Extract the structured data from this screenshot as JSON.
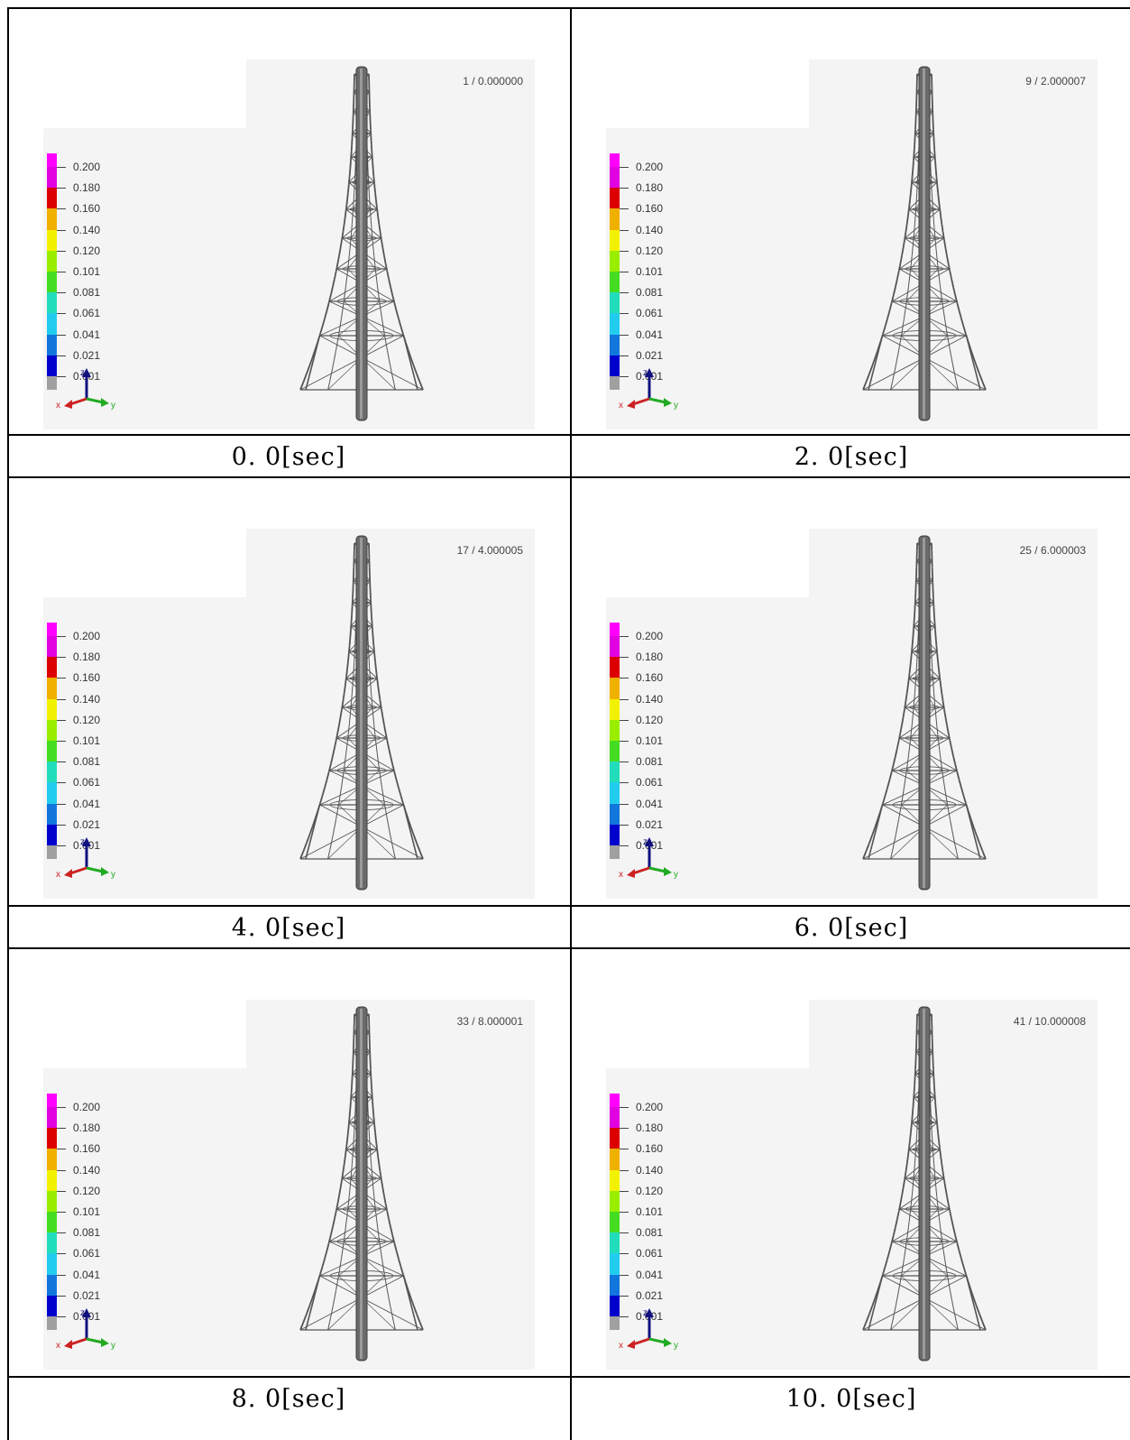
{
  "legend": {
    "values": [
      "0.200",
      "0.180",
      "0.160",
      "0.140",
      "0.120",
      "0.101",
      "0.081",
      "0.061",
      "0.041",
      "0.021",
      "0.001"
    ],
    "colors": [
      "#ff00ff",
      "#e000e0",
      "#dd0000",
      "#f0b000",
      "#f2f200",
      "#99ee00",
      "#44dd22",
      "#22ddbb",
      "#22ccee",
      "#1177dd",
      "#0000cc",
      "#a0a0a0"
    ]
  },
  "axes": {
    "x": "x",
    "y": "y",
    "z": "z"
  },
  "frames": [
    {
      "label": "1 / 0.000000",
      "caption": "0. 0[sec]"
    },
    {
      "label": "9 / 2.000007",
      "caption": "2. 0[sec]"
    },
    {
      "label": "17 / 4.000005",
      "caption": "4. 0[sec]"
    },
    {
      "label": "25 / 6.000003",
      "caption": "6. 0[sec]"
    },
    {
      "label": "33 / 8.000001",
      "caption": "8. 0[sec]"
    },
    {
      "label": "41 / 10.000008",
      "caption": "10. 0[sec]"
    }
  ]
}
